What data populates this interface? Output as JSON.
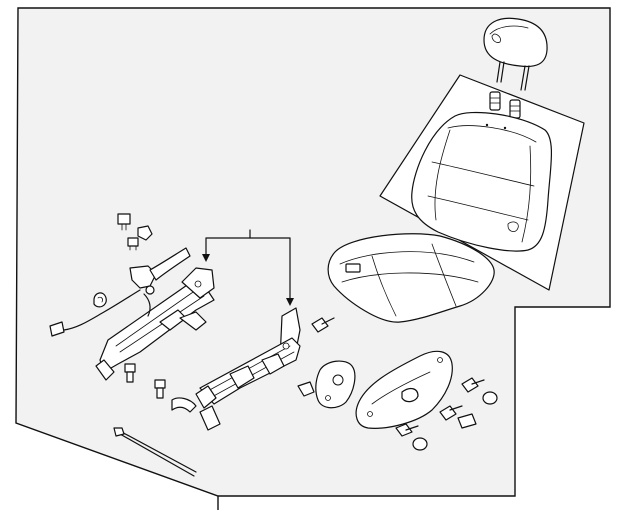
{
  "diagram": {
    "background_color": "#f2f2f2",
    "line_color": "#111111",
    "parts": [
      "headrest",
      "headrest-guides",
      "seat-back",
      "seat-cushion",
      "seat-track-left",
      "seat-track-right",
      "side-shield-outer",
      "side-shield-inner",
      "bolts",
      "caps",
      "wire-harness",
      "cable"
    ]
  }
}
